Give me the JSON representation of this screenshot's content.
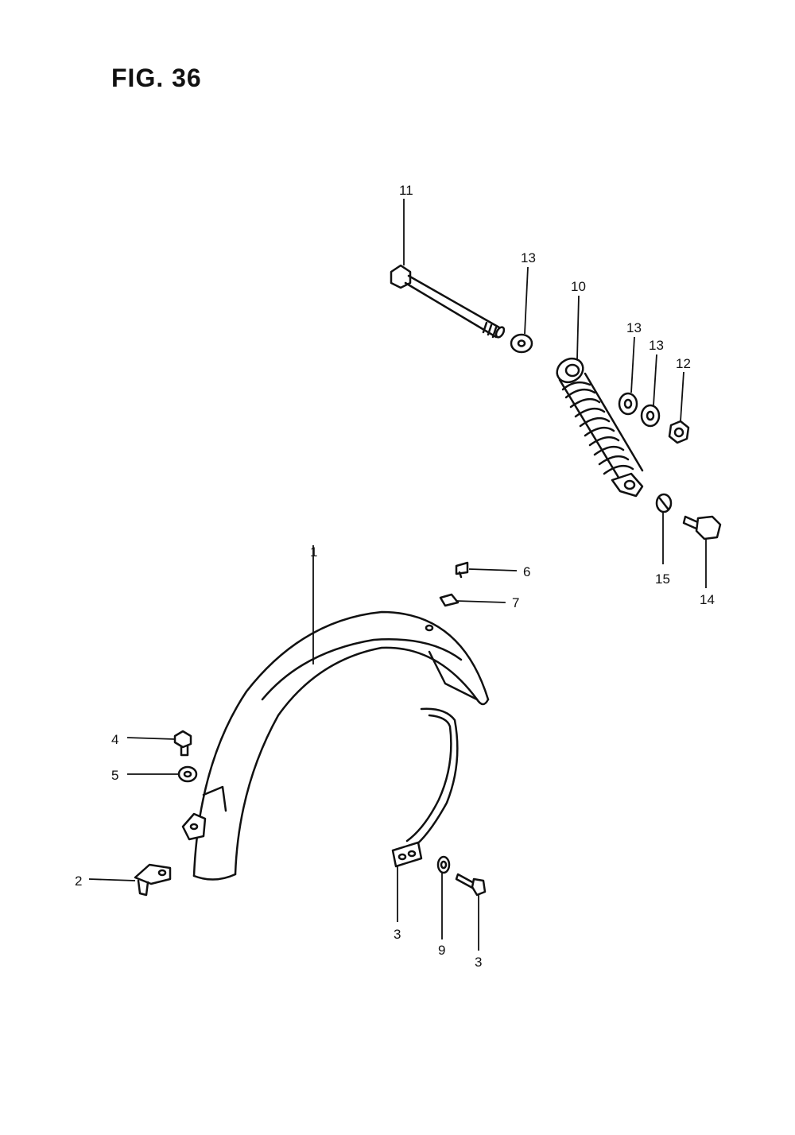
{
  "figure": {
    "title": "FIG. 36"
  },
  "callouts": {
    "c1": "1",
    "c2": "2",
    "c3a": "3",
    "c3b": "3",
    "c4": "4",
    "c5": "5",
    "c6": "6",
    "c7": "7",
    "c9": "9",
    "c10": "10",
    "c11": "11",
    "c12": "12",
    "c13a": "13",
    "c13b": "13",
    "c13c": "13",
    "c14": "14",
    "c15": "15"
  },
  "colors": {
    "ink": "#111111",
    "paper": "#ffffff"
  }
}
